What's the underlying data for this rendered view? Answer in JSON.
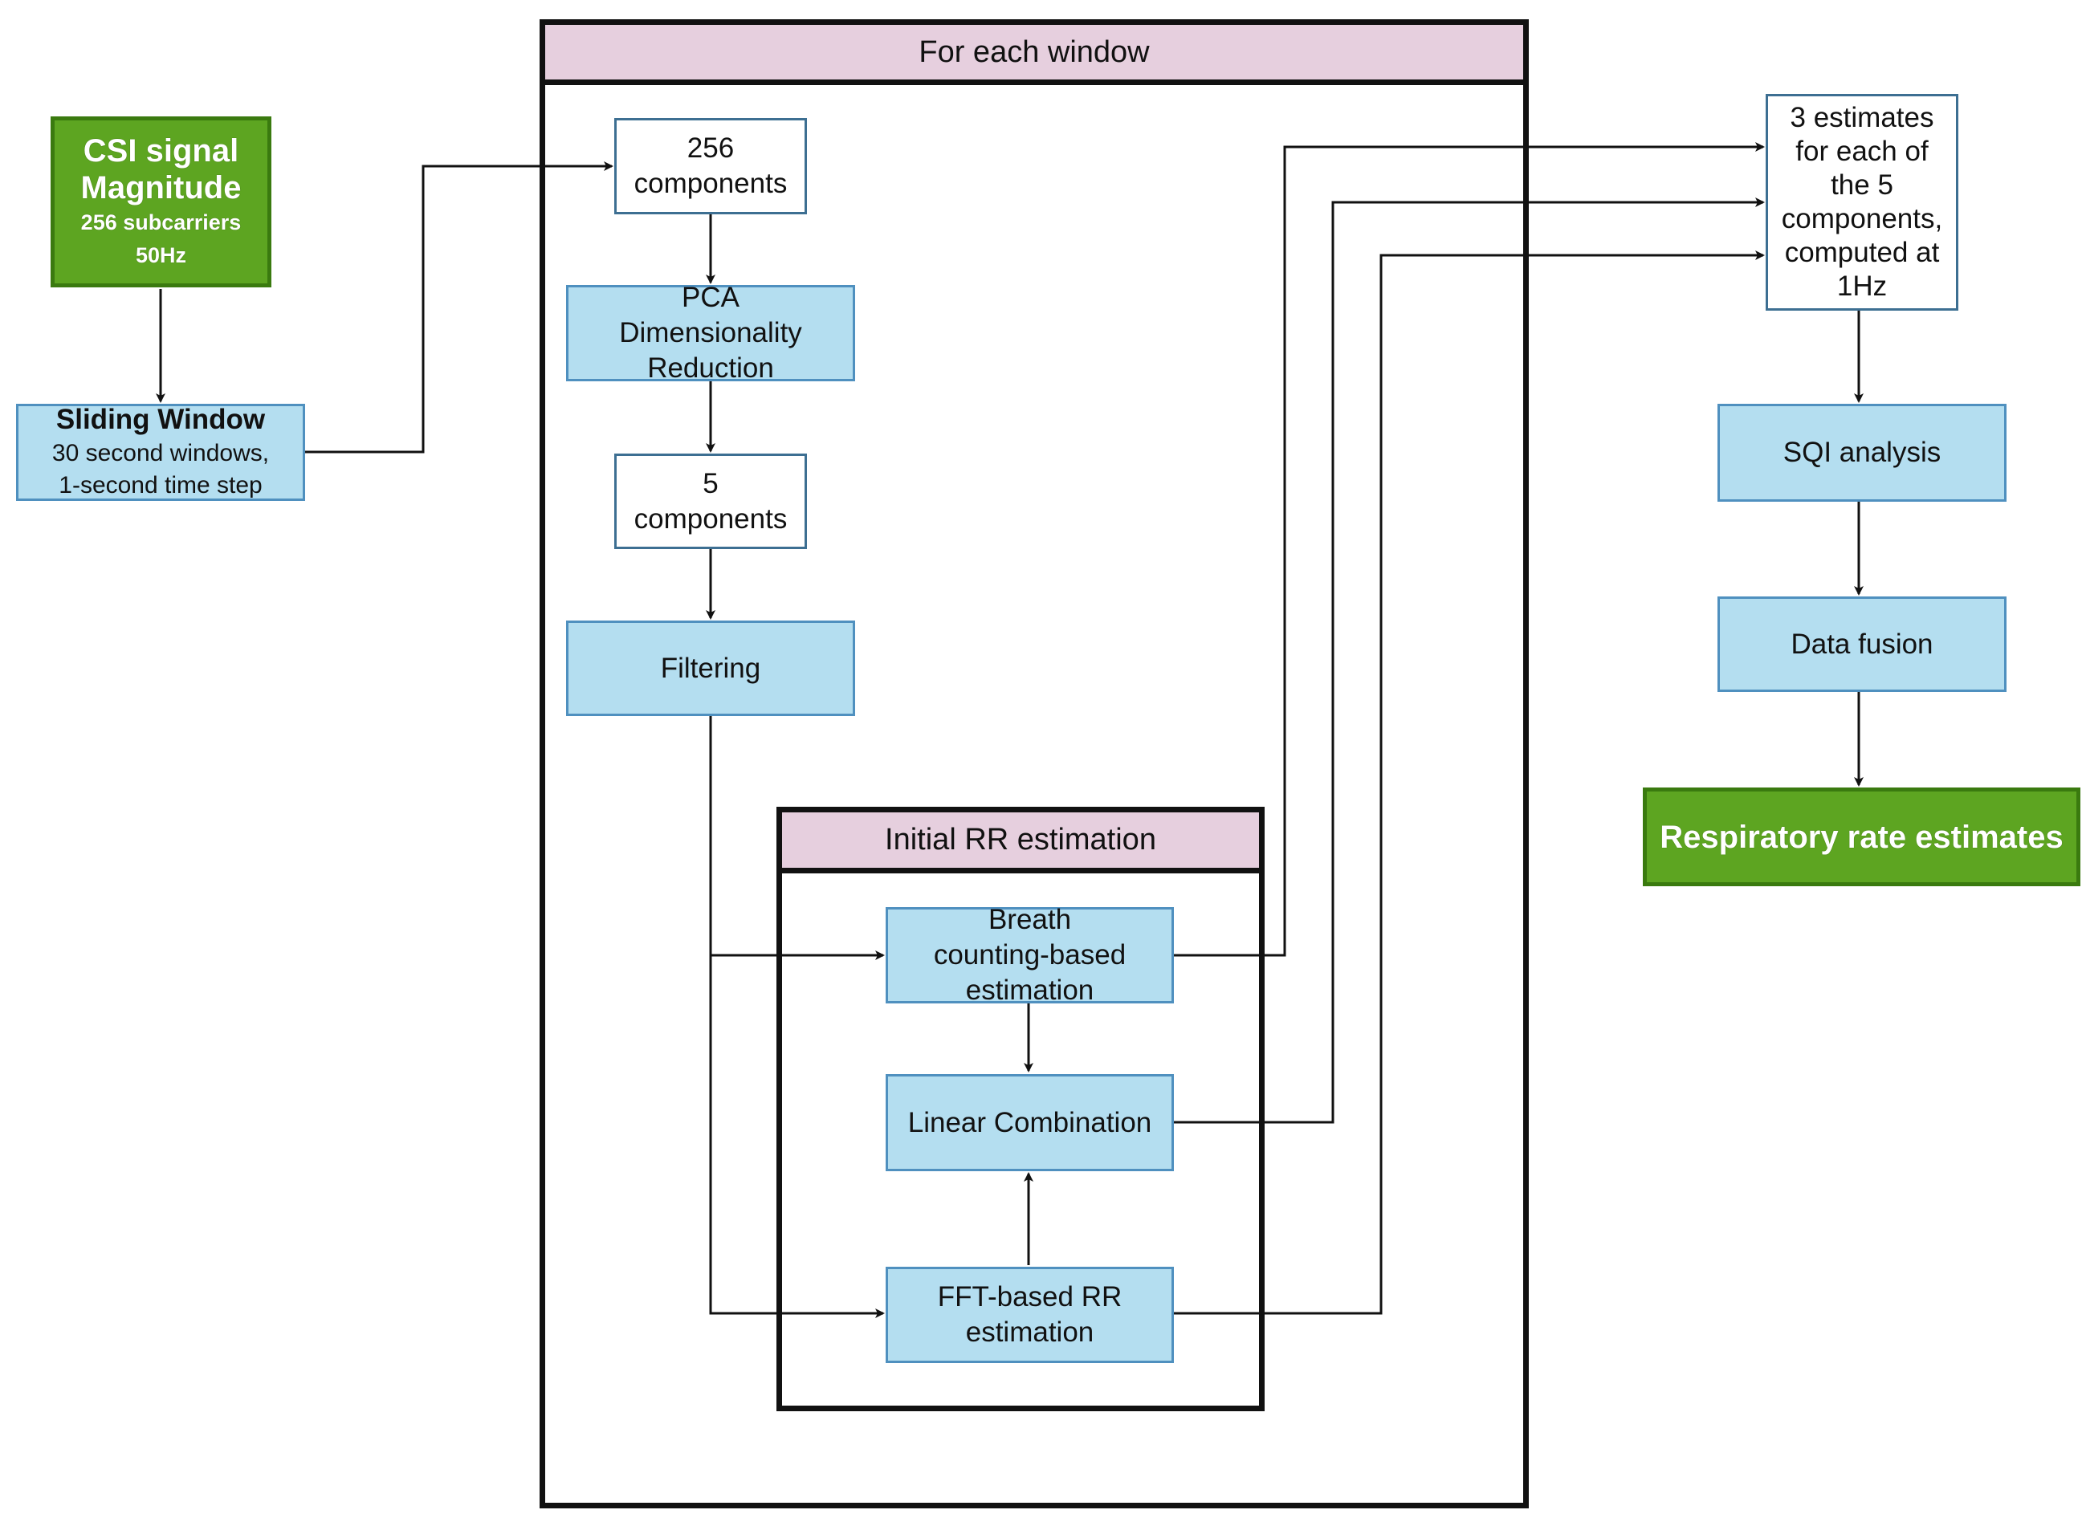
{
  "frames": {
    "outer": "For each window",
    "inner": "Initial RR estimation"
  },
  "nodes": {
    "csi": {
      "title": "CSI signal",
      "title2": "Magnitude",
      "sub1": "256 subcarriers",
      "sub2": "50Hz"
    },
    "sliding": {
      "title": "Sliding Window",
      "line1": "30 second windows,",
      "line2": "1-second time step"
    },
    "c256": {
      "line1": "256",
      "line2": "components"
    },
    "pca": {
      "line1": "PCA",
      "line2": "Dimensionality",
      "line3": "Reduction"
    },
    "c5": {
      "line1": "5",
      "line2": "components"
    },
    "filtering": {
      "label": "Filtering"
    },
    "breath": {
      "line1": "Breath",
      "line2": "counting-based",
      "line3": "estimation"
    },
    "linear": {
      "label": "Linear Combination"
    },
    "fft": {
      "line1": "FFT-based RR",
      "line2": "estimation"
    },
    "estimates": {
      "line1": "3 estimates",
      "line2": "for each of",
      "line3": "the 5",
      "line4": "components,",
      "line5": "computed at",
      "line6": "1Hz"
    },
    "sqi": {
      "label": "SQI analysis"
    },
    "fusion": {
      "label": "Data fusion"
    },
    "rr": {
      "label": "Respiratory rate estimates"
    }
  },
  "colors": {
    "process_fill": "#b4def0",
    "process_border": "#4f90bf",
    "io_fill": "#5da521",
    "frame_header": "#e6cfde",
    "wire": "#111111"
  }
}
